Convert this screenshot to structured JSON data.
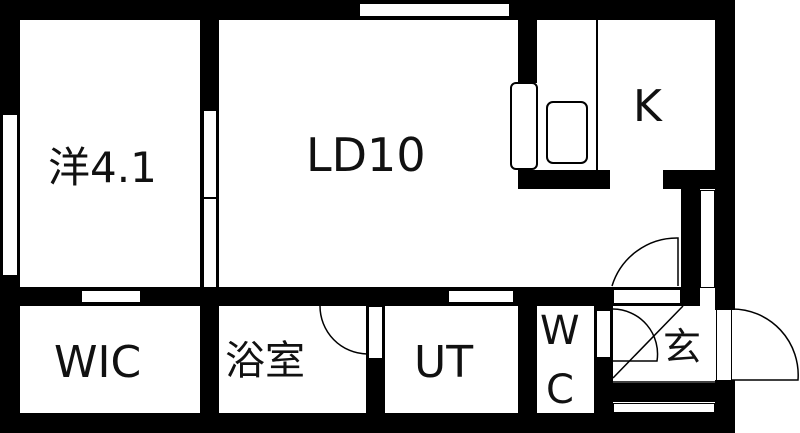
{
  "plan": {
    "type": "1LDK floor plan",
    "rooms": [
      {
        "id": "western-room",
        "label": "洋4.1"
      },
      {
        "id": "living-dining",
        "label": "LD10"
      },
      {
        "id": "kitchen",
        "label": "K"
      },
      {
        "id": "walk-in-closet",
        "label": "WIC"
      },
      {
        "id": "bathroom",
        "label": "浴室"
      },
      {
        "id": "utility",
        "label": "UT"
      },
      {
        "id": "toilet",
        "label_line1": "W",
        "label_line2": "C"
      },
      {
        "id": "entrance",
        "label": "玄"
      }
    ],
    "colors": {
      "wall": "#000000",
      "background": "#ffffff"
    }
  }
}
